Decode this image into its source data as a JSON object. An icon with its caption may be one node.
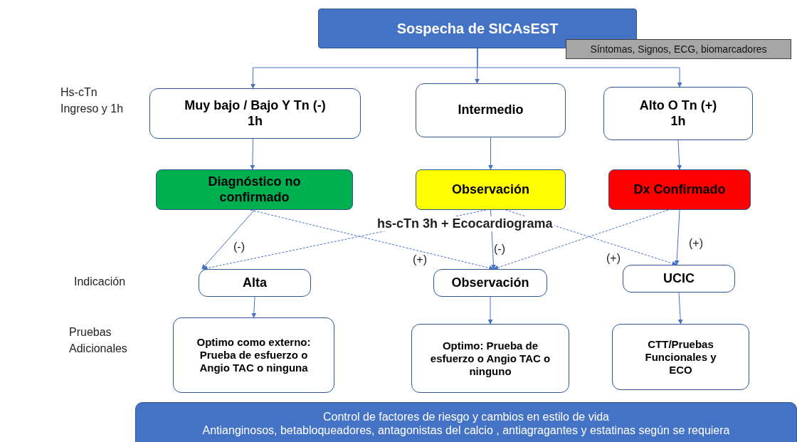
{
  "diagram": {
    "nodes": [
      {
        "text": [
          "Sospecha de SICAsEST"
        ]
      },
      {
        "text": [
          "Síntomas, Signos, ECG, biomarcadores"
        ]
      },
      {
        "text": [
          "Muy bajo / Bajo Y Tn (-) 1h"
        ]
      },
      {
        "text": [
          "Intermedio"
        ]
      },
      {
        "text": [
          "Alto O Tn (+) 1h"
        ]
      },
      {
        "text": [
          "Diagnóstico no confirmado"
        ]
      },
      {
        "text": [
          "Observación"
        ]
      },
      {
        "text": [
          "Dx Confirmado"
        ]
      },
      {
        "text": [
          "Alta"
        ]
      },
      {
        "text": [
          "Observación"
        ]
      },
      {
        "text": [
          "UCIC"
        ]
      },
      {
        "text": [
          "Optimo como externo: Prueba de esfuerzo o Angio TAC o ninguna"
        ]
      },
      {
        "text": [
          "Optimo: Prueba de esfuerzo o Angio TAC o ninguno"
        ]
      },
      {
        "text": [
          "CTT/Pruebas Funcionales y ECO"
        ]
      },
      {
        "text": [
          "Control de factores de riesgo y cambios en estilo de vida",
          "Antianginosos, betabloqueadores, antagonistas del calcio , antiagragantes  y estatinas según se requiera"
        ]
      }
    ],
    "edges": [
      {
        "from": 0,
        "to": 2,
        "arrow": "to"
      },
      {
        "from": 0,
        "to": 3,
        "arrow": "to"
      },
      {
        "from": 0,
        "to": 4,
        "arrow": "to"
      },
      {
        "from": 2,
        "to": 5,
        "arrow": "to"
      },
      {
        "from": 3,
        "to": 6,
        "arrow": "to"
      },
      {
        "from": 4,
        "to": 7,
        "arrow": "to"
      },
      {
        "from": 5,
        "to": 8,
        "arrow": "to"
      },
      {
        "from": 5,
        "to": 9,
        "arrow": "to",
        "style": "dashed"
      },
      {
        "from": 6,
        "to": 8,
        "arrow": "to",
        "style": "dashed"
      },
      {
        "from": 6,
        "to": 9,
        "arrow": "to"
      },
      {
        "from": 6,
        "to": 10,
        "arrow": "to",
        "style": "dashed"
      },
      {
        "from": 7,
        "to": 9,
        "arrow": "to",
        "style": "dashed"
      },
      {
        "from": 7,
        "to": 10,
        "arrow": "to"
      },
      {
        "from": 8,
        "to": 11,
        "arrow": "to"
      },
      {
        "from": 9,
        "to": 12,
        "arrow": "to"
      },
      {
        "from": 10,
        "to": 13,
        "arrow": "to"
      }
    ],
    "labels": [
      "Hs-cTn Ingreso y 1h",
      "hs-cTn 3h + Ecocardiograma",
      "(-)",
      "(+)",
      "(-)",
      "(+)",
      "(+)",
      "Indicación",
      "Pruebas Adicionales"
    ]
  }
}
